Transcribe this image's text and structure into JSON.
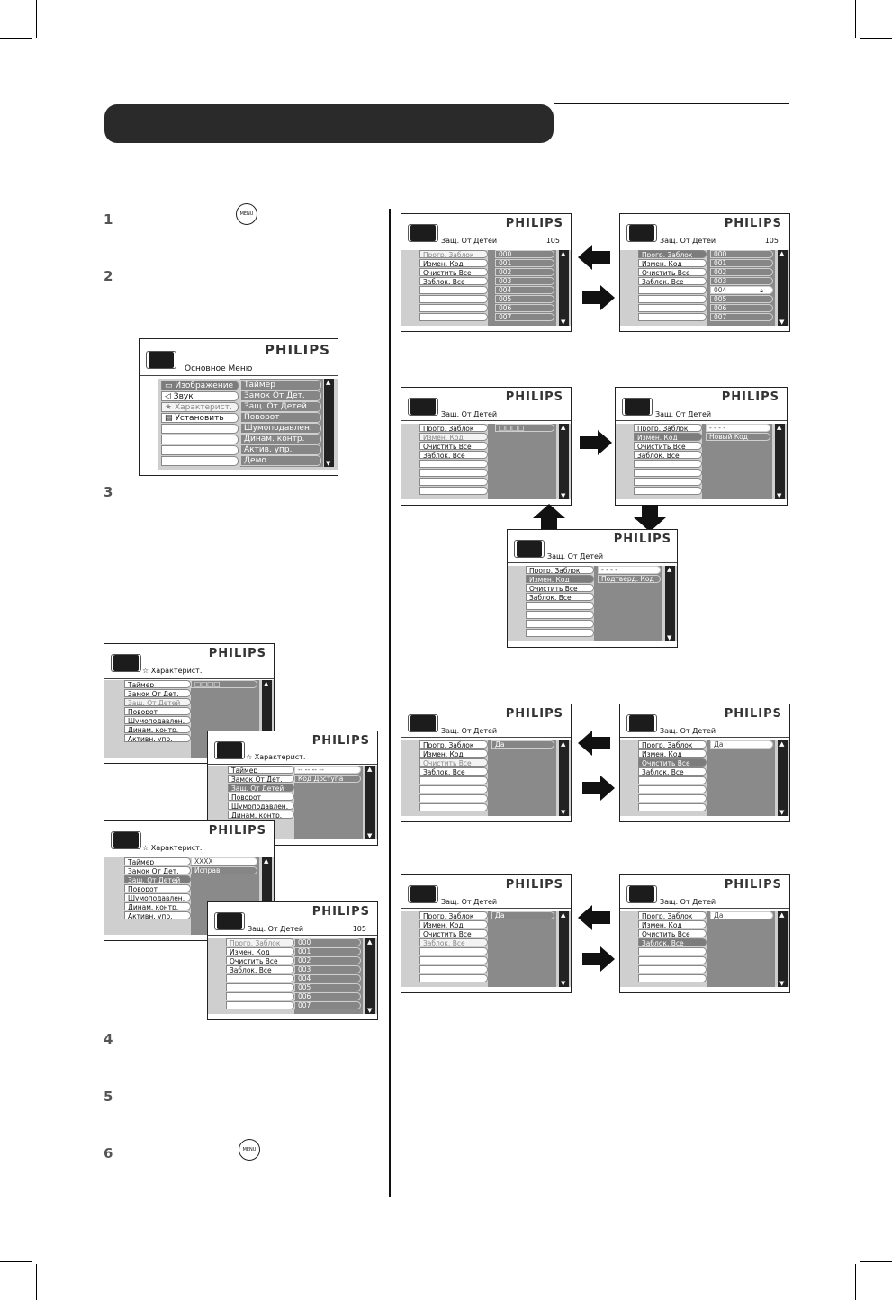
{
  "step_numbers": [
    "1",
    "2",
    "3",
    "4",
    "5",
    "6"
  ],
  "menu_button_label": "MENU",
  "brand": "PHILIPS",
  "main_menu": {
    "title": "Основное Меню",
    "left": [
      "Изображение",
      "Звук",
      "Характерист.",
      "Установить"
    ],
    "right": [
      "Таймер",
      "Замок От Дет.",
      "Защ. От Детей",
      "Поворот",
      "Шумоподавлен.",
      "Динам. контр.",
      "Актив. упр.",
      "Демо"
    ]
  },
  "features_menu_1": {
    "title": "Характерист.",
    "left": [
      "Таймер",
      "Замок От Дет.",
      "Защ. От Детей",
      "Поворот",
      "Шумоподавлен.",
      "Динам. контр.",
      "Активн. упр."
    ],
    "value": "□□□□"
  },
  "features_menu_2": {
    "title": "Характерист.",
    "left": [
      "Таймер",
      "Замок От Дет.",
      "Защ. От Детей",
      "Поворот",
      "Шумоподавлен.",
      "Динам. контр."
    ],
    "values": [
      "-- -- -- --",
      "Код Доступа"
    ]
  },
  "features_menu_3": {
    "title": "Характерист.",
    "left": [
      "Таймер",
      "Замок От Дет.",
      "Защ. От Детей",
      "Поворот",
      "Шумоподавлен.",
      "Динам. контр.",
      "Активн. упр."
    ],
    "values": [
      "XXXX",
      "Исправ."
    ]
  },
  "lock_menu": {
    "title": "Защ. От Детей",
    "channel": "105",
    "left": [
      "Прогр. Заблок",
      "Измен. Код",
      "Очистить Все",
      "Заблок. Все"
    ],
    "channels": [
      "000",
      "001",
      "002",
      "003",
      "004",
      "005",
      "006",
      "007"
    ]
  },
  "change_code": {
    "title": "Защ. От Детей",
    "boxes": "□□□□",
    "dashes": "- - - -",
    "new_code": "Новый Код",
    "confirm_code": "Подтверд. Код"
  },
  "yes_value": "Да"
}
